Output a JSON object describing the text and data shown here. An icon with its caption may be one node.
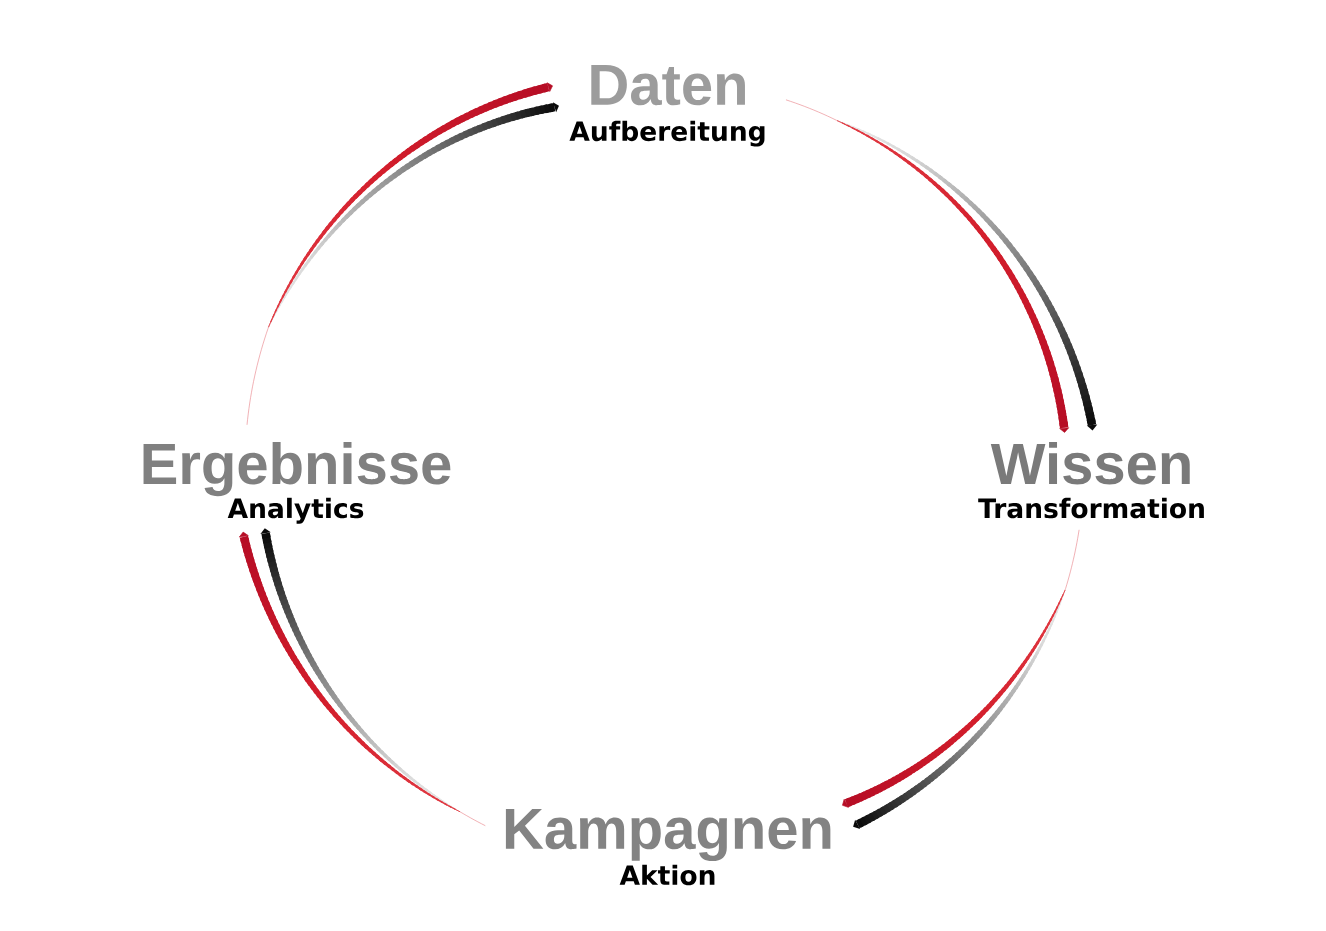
{
  "diagram": {
    "nodes": [
      {
        "text": [
          "Daten",
          "Aufbereitung"
        ]
      },
      {
        "text": [
          "Wissen",
          "Transformation"
        ]
      },
      {
        "text": [
          "Kampagnen",
          "Aktion"
        ]
      },
      {
        "text": [
          "Ergebnisse",
          "Analytics"
        ]
      }
    ],
    "edges": [
      {
        "from": 0,
        "to": 1,
        "arrow": "to"
      },
      {
        "from": 1,
        "to": 2,
        "arrow": "to"
      },
      {
        "from": 2,
        "to": 3,
        "arrow": "to"
      },
      {
        "from": 3,
        "to": 0,
        "arrow": "to"
      }
    ]
  }
}
